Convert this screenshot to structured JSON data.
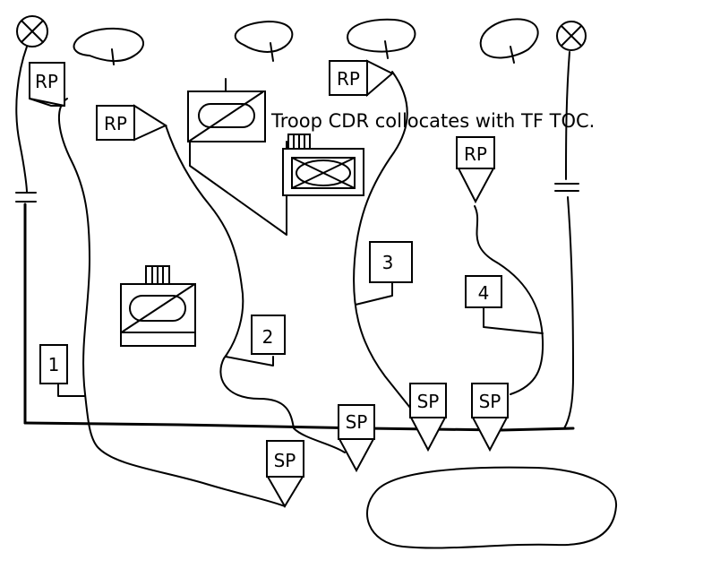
{
  "colors": {
    "ink": "#000000",
    "paper": "#ffffff"
  },
  "annotation": "Troop CDR collocates with TF TOC.",
  "release_points": [
    {
      "label": "RP",
      "icon": "release-point-flag-icon"
    },
    {
      "label": "RP",
      "icon": "release-point-flag-icon"
    },
    {
      "label": "RP",
      "icon": "release-point-flag-icon"
    },
    {
      "label": "RP",
      "icon": "release-point-pennant-icon"
    }
  ],
  "start_points": [
    {
      "label": "SP",
      "icon": "start-point-pennant-icon"
    },
    {
      "label": "SP",
      "icon": "start-point-pennant-icon"
    },
    {
      "label": "SP",
      "icon": "start-point-pennant-icon"
    },
    {
      "label": "SP",
      "icon": "start-point-pennant-icon"
    }
  ],
  "numbered_markers": [
    {
      "label": "1"
    },
    {
      "label": "2"
    },
    {
      "label": "3"
    },
    {
      "label": "4"
    }
  ],
  "icons": [
    "observation-post-icon",
    "assembly-area-icon",
    "armored-recon-unit-icon",
    "infantry-hq-unit-icon",
    "armored-hq-unit-icon",
    "line-break-icon"
  ]
}
